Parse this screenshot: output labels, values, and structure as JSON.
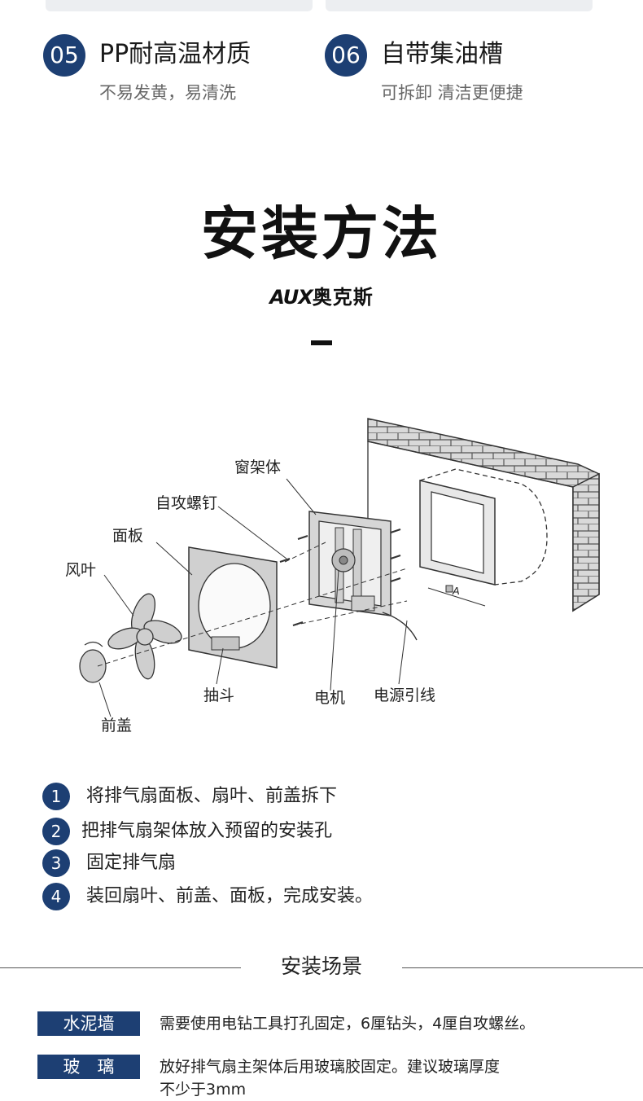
{
  "features": [
    {
      "number": "05",
      "title": "PP耐高温材质",
      "subtitle": "不易发黄，易清洗"
    },
    {
      "number": "06",
      "title": "自带集油槽",
      "subtitle": "可拆卸 清洁更便捷"
    }
  ],
  "section_title": "安装方法",
  "brand": {
    "latin": "AUX",
    "chinese": "奥克斯"
  },
  "diagram": {
    "labels": {
      "window_frame": "窗架体",
      "screw": "自攻螺钉",
      "panel": "面板",
      "fan_blade": "风叶",
      "front_cover": "前盖",
      "drawer": "抽斗",
      "motor": "电机",
      "power_lead": "电源引线",
      "dimension": "A"
    }
  },
  "steps": [
    {
      "number": "1",
      "text": "将排气扇面板、扇叶、前盖拆下"
    },
    {
      "number": "2",
      "text": "把排气扇架体放入预留的安装孔"
    },
    {
      "number": "3",
      "text": "固定排气扇"
    },
    {
      "number": "4",
      "text": "装回扇叶、前盖、面板，完成安装。"
    }
  ],
  "scenarios_title": "安装场景",
  "scenarios": [
    {
      "tag": "水泥墙",
      "lines": [
        "需要使用电钻工具打孔固定，6厘钻头，4厘自攻螺丝。"
      ]
    },
    {
      "tag": "玻　璃",
      "lines": [
        "放好排气扇主架体后用玻璃胶固定。建议玻璃厚度",
        "不少于3mm"
      ]
    }
  ],
  "colors": {
    "accent": "#1d3f73",
    "text": "#222222",
    "subtext": "#666666"
  }
}
